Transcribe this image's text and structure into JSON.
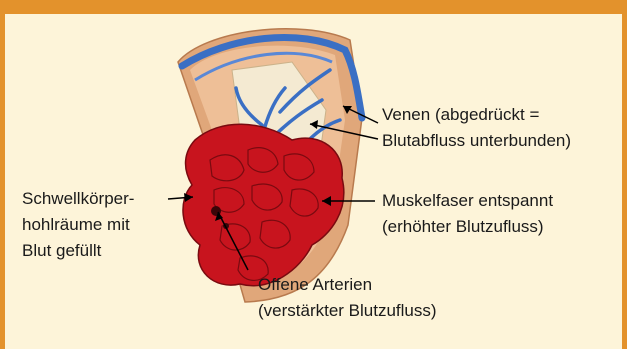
{
  "labels": {
    "venen": [
      "Venen (abgedrückt =",
      "Blutabfluss unterbunden)"
    ],
    "muskelfaser": [
      "Muskelfaser entspannt",
      "(erhöhter Blutzufluss)"
    ],
    "schwellkoerper": [
      "Schwellkörper-",
      "hohlräume mit",
      "Blut gefüllt"
    ],
    "arterien": [
      "Offene Arterien",
      "(verstärkter Blutzufluss)"
    ]
  },
  "colors": {
    "frame_border": "#e3922c",
    "frame_background": "#fdf4d9",
    "tissue_red": "#c8141e",
    "vein_blue": "#3a6fc4",
    "skin_tan": "#e0a77a"
  }
}
